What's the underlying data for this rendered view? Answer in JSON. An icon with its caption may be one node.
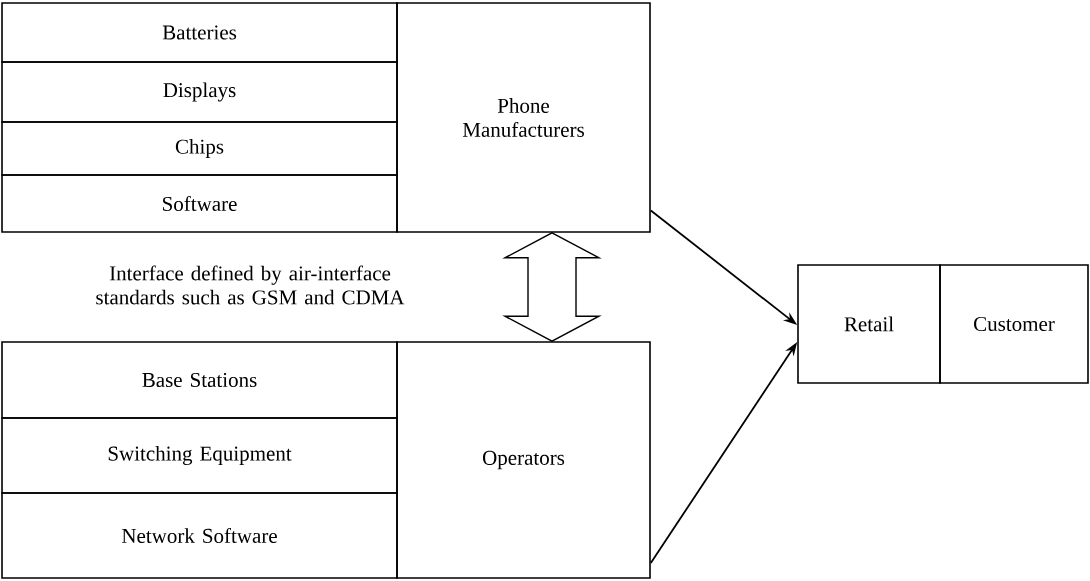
{
  "diagram": {
    "nodes": [
      {
        "text": [
          "Batteries"
        ]
      },
      {
        "text": [
          "Displays"
        ]
      },
      {
        "text": [
          "Chips"
        ]
      },
      {
        "text": [
          "Software"
        ]
      },
      {
        "text": [
          "Phone Manufacturers"
        ]
      },
      {
        "text": [
          "Base Stations"
        ]
      },
      {
        "text": [
          "Switching Equipment"
        ]
      },
      {
        "text": [
          "Network Software"
        ]
      },
      {
        "text": [
          "Operators"
        ]
      },
      {
        "text": [
          "Retail"
        ]
      },
      {
        "text": [
          "Customer"
        ]
      }
    ],
    "edges": [
      {
        "from": 4,
        "to": 8,
        "arrow": "both",
        "style": "thick"
      },
      {
        "from": 4,
        "to": 9,
        "arrow": "to"
      },
      {
        "from": 8,
        "to": 9,
        "arrow": "to"
      }
    ],
    "labels": [
      "Interface defined by air-interface standards such as GSM and CDMA"
    ]
  }
}
